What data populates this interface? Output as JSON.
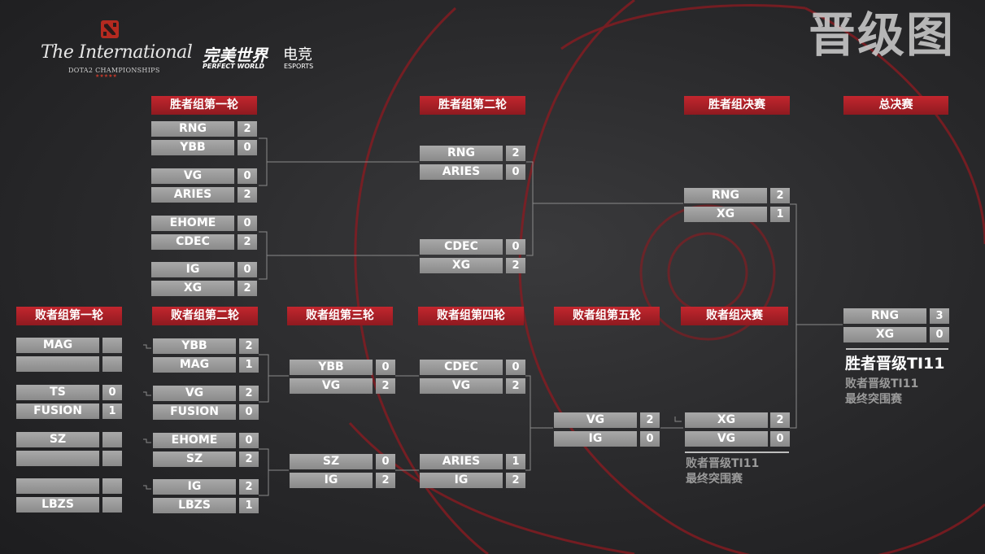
{
  "header": {
    "ti_logo_script": "The International",
    "ti_logo_sub": "DOTA2 CHAMPIONSHIPS",
    "pw_logo_cn": "完美世界",
    "pw_logo_en": "PERFECT WORLD",
    "pw_esports_cn": "电竞",
    "pw_esports_en": "ESPORTS",
    "page_title": "晋级图"
  },
  "rounds": {
    "ub_r1": "胜者组第一轮",
    "ub_r2": "胜者组第二轮",
    "ub_final": "胜者组决赛",
    "grand_final": "总决赛",
    "lb_r1": "败者组第一轮",
    "lb_r2": "败者组第二轮",
    "lb_r3": "败者组第三轮",
    "lb_r4": "败者组第四轮",
    "lb_r5": "败者组第五轮",
    "lb_final": "败者组决赛"
  },
  "matches": {
    "ub1_1": {
      "t1": "RNG",
      "s1": "2",
      "t2": "YBB",
      "s2": "0"
    },
    "ub1_2": {
      "t1": "VG",
      "s1": "0",
      "t2": "ARIES",
      "s2": "2"
    },
    "ub1_3": {
      "t1": "EHOME",
      "s1": "0",
      "t2": "CDEC",
      "s2": "2"
    },
    "ub1_4": {
      "t1": "IG",
      "s1": "0",
      "t2": "XG",
      "s2": "2"
    },
    "ub2_1": {
      "t1": "RNG",
      "s1": "2",
      "t2": "ARIES",
      "s2": "0"
    },
    "ub2_2": {
      "t1": "CDEC",
      "s1": "0",
      "t2": "XG",
      "s2": "2"
    },
    "ubf": {
      "t1": "RNG",
      "s1": "2",
      "t2": "XG",
      "s2": "1"
    },
    "gf": {
      "t1": "RNG",
      "s1": "3",
      "t2": "XG",
      "s2": "0"
    },
    "lb1_1": {
      "t1": "MAG",
      "s1": "",
      "t2": "",
      "s2": ""
    },
    "lb1_2": {
      "t1": "TS",
      "s1": "0",
      "t2": "FUSION",
      "s2": "1"
    },
    "lb1_3": {
      "t1": "SZ",
      "s1": "",
      "t2": "",
      "s2": ""
    },
    "lb1_4": {
      "t1": "",
      "s1": "",
      "t2": "LBZS",
      "s2": ""
    },
    "lb2_1": {
      "t1": "YBB",
      "s1": "2",
      "t2": "MAG",
      "s2": "1"
    },
    "lb2_2": {
      "t1": "VG",
      "s1": "2",
      "t2": "FUSION",
      "s2": "0"
    },
    "lb2_3": {
      "t1": "EHOME",
      "s1": "0",
      "t2": "SZ",
      "s2": "2"
    },
    "lb2_4": {
      "t1": "IG",
      "s1": "2",
      "t2": "LBZS",
      "s2": "1"
    },
    "lb3_1": {
      "t1": "YBB",
      "s1": "0",
      "t2": "VG",
      "s2": "2"
    },
    "lb3_2": {
      "t1": "SZ",
      "s1": "0",
      "t2": "IG",
      "s2": "2"
    },
    "lb4_1": {
      "t1": "CDEC",
      "s1": "0",
      "t2": "VG",
      "s2": "2"
    },
    "lb4_2": {
      "t1": "ARIES",
      "s1": "1",
      "t2": "IG",
      "s2": "2"
    },
    "lb5": {
      "t1": "VG",
      "s1": "2",
      "t2": "IG",
      "s2": "0"
    },
    "lbf": {
      "t1": "XG",
      "s1": "2",
      "t2": "VG",
      "s2": "0"
    }
  },
  "notes": {
    "winner_advance": "胜者晋级TI11",
    "loser_advance_1": "败者晋级TI11",
    "loser_advance_2": "最终突围赛",
    "lbf_loser_1": "败者晋级TI11",
    "lbf_loser_2": "最终突围赛"
  },
  "colors": {
    "header_red": "#b0222a",
    "team_box": "#9a9a9a",
    "background": "#29292b",
    "swirl_red": "#8e1a20"
  }
}
